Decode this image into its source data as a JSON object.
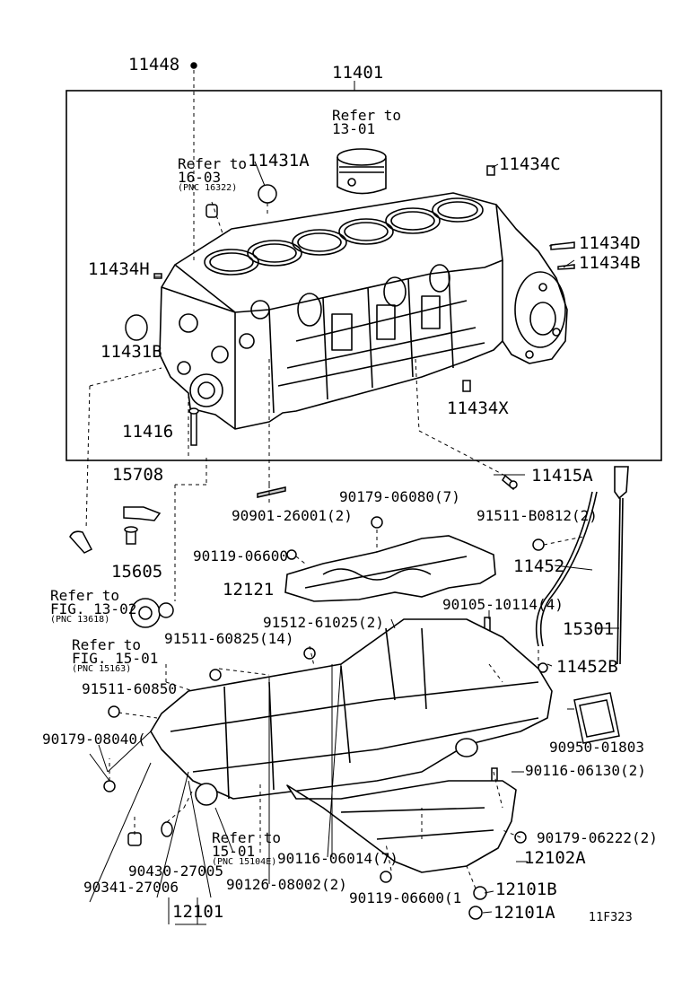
{
  "diagram_code": "11F323",
  "refs": {
    "r13_01": {
      "line1": "Refer to",
      "line2": "13-01",
      "pnc": ""
    },
    "r16_03": {
      "line1": "Refer to",
      "line2": "16-03",
      "pnc": "(PNC 16322)"
    },
    "r13_02": {
      "line1": "Refer to",
      "line2": "FIG. 13-02",
      "pnc": "(PNC 13618)"
    },
    "r15_01a": {
      "line1": "Refer to",
      "line2": "FIG. 15-01",
      "pnc": "(PNC 15163)"
    },
    "r15_01b": {
      "line1": "Refer to",
      "line2": "15-01",
      "pnc": "(PNC 15104E)"
    }
  },
  "parts": {
    "p11448": "11448",
    "p11401": "11401",
    "p11431A": "11431A",
    "p11434C": "11434C",
    "p11434D": "11434D",
    "p11434B": "11434B",
    "p11434H": "11434H",
    "p11431B": "11431B",
    "p11434X": "11434X",
    "p11416": "11416",
    "p11415A": "11415A",
    "p15708": "15708",
    "p90179_06080": "90179-06080(7)",
    "p90901_26001": "90901-26001(2)",
    "p91511_B0812": "91511-B0812(2)",
    "p15605": "15605",
    "p90119_06600a": "90119-06600",
    "p11452": "11452",
    "p12121": "12121",
    "p90105_10114": "90105-10114(4)",
    "p15301": "15301",
    "p91512_61025": "91512-61025(2)",
    "p91511_60825": "91511-60825(14)",
    "p11452B": "11452B",
    "p91511_60850": "91511-60850",
    "p90179_08040": "90179-08040(",
    "p90950_01803": "90950-01803",
    "p90116_06130": "90116-06130(2)",
    "p90179_06222": "90179-06222(2)",
    "p90430_27005": "90430-27005",
    "p90116_06014": "90116-06014(7)",
    "p12102A": "12102A",
    "p90341_27006": "90341-27006",
    "p90126_08002": "90126-08002(2)",
    "p90119_06600b": "90119-06600(1",
    "p12101B": "12101B",
    "p12101": "12101",
    "p12101A": "12101A"
  }
}
